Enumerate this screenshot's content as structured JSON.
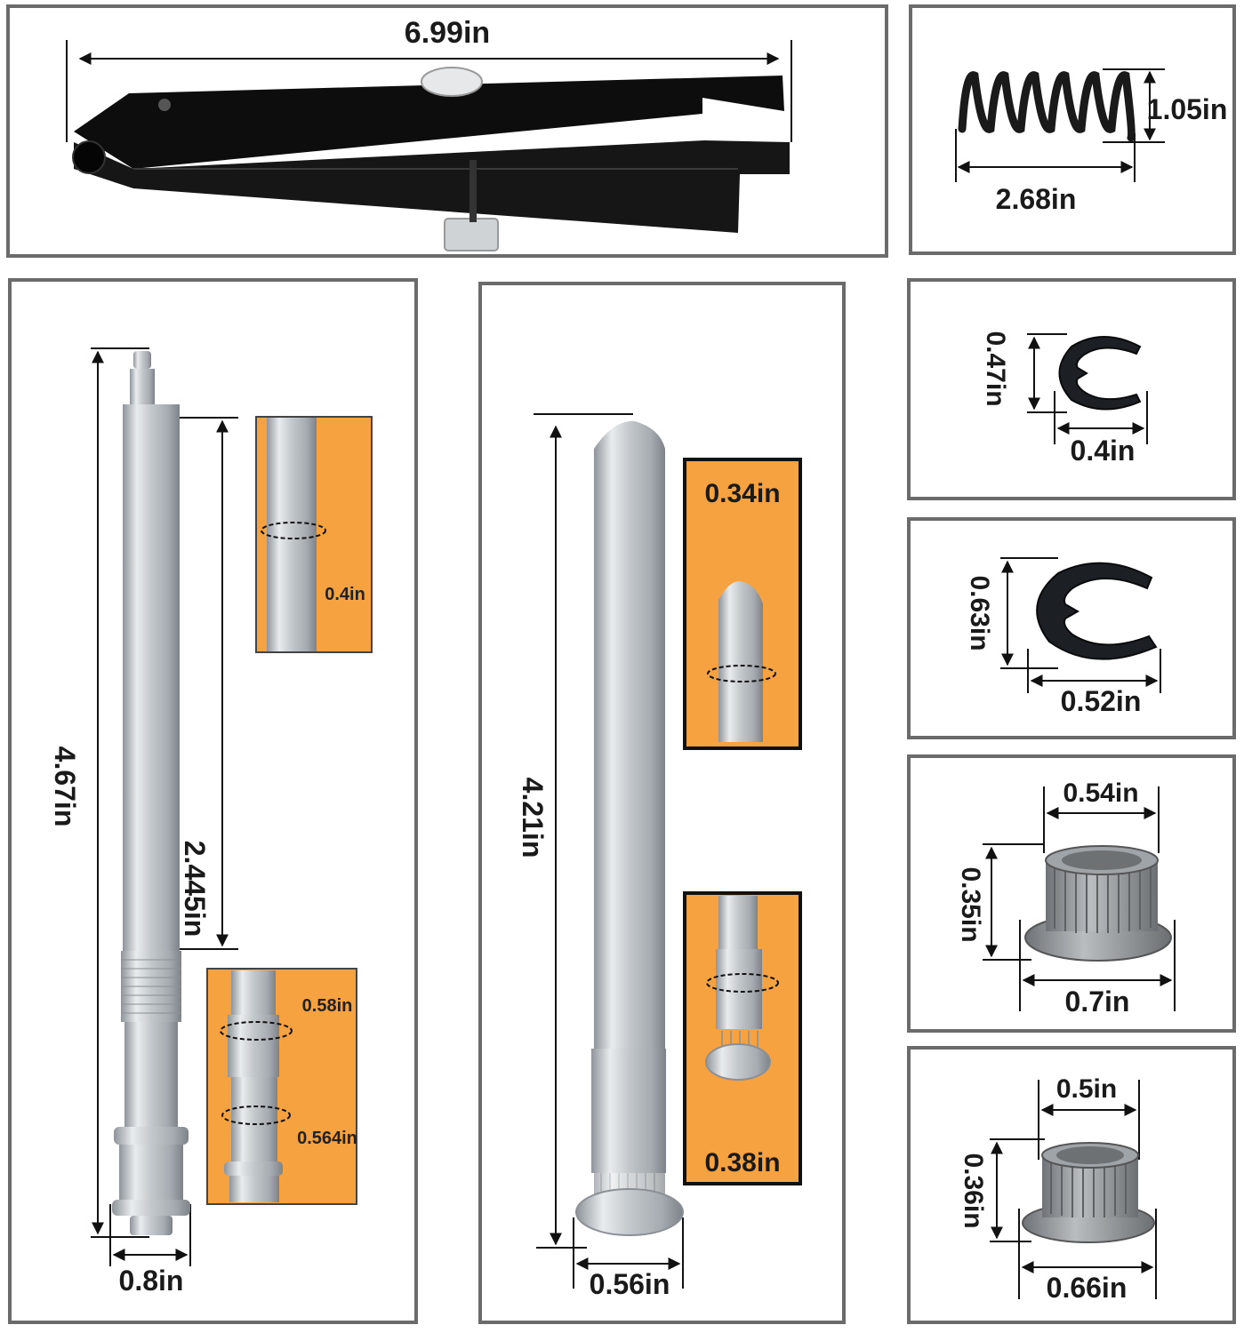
{
  "colors": {
    "border": "#6b6b6b",
    "accent": "#f7a240",
    "metal": "#c9cdd1",
    "tool": "#111111"
  },
  "panels": {
    "tool": {
      "length_label": "6.99in"
    },
    "spring": {
      "height_label": "1.05in",
      "length_label": "2.68in"
    },
    "long_pin": {
      "length_label": "4.67in",
      "upper_label": "2.445in",
      "width_label": "0.8in",
      "inset_top_label": "0.4in",
      "inset_knurl_label": "0.58in",
      "inset_lower_label": "0.564in"
    },
    "short_pin": {
      "length_label": "4.21in",
      "width_label": "0.56in",
      "inset_top_label": "0.34in",
      "inset_bottom_label": "0.38in"
    },
    "clip_small": {
      "height_label": "0.47in",
      "width_label": "0.4in"
    },
    "clip_large": {
      "height_label": "0.63in",
      "width_label": "0.52in"
    },
    "bushing_large": {
      "top_label": "0.54in",
      "height_label": "0.35in",
      "bottom_label": "0.7in"
    },
    "bushing_small": {
      "top_label": "0.5in",
      "height_label": "0.36in",
      "bottom_label": "0.66in"
    }
  }
}
